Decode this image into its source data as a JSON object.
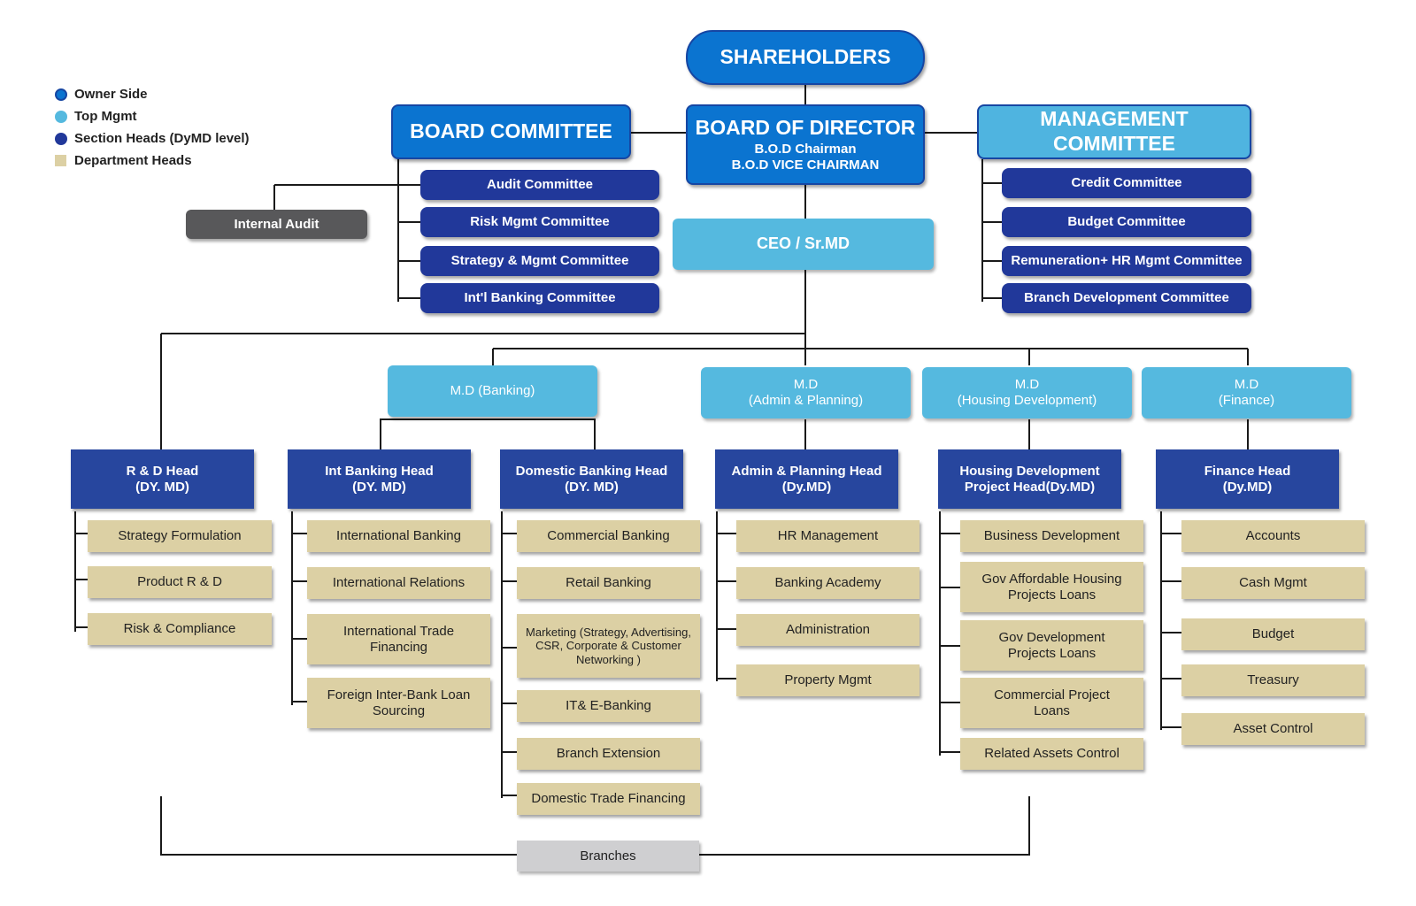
{
  "legend": [
    {
      "label": "Owner Side",
      "color": "#0b74d0"
    },
    {
      "label": "Top Mgmt",
      "color": "#55b9df"
    },
    {
      "label": "Section Heads (DyMD level)",
      "color": "#21389a"
    },
    {
      "label": "Department Heads",
      "color": "#dcd0a4"
    }
  ],
  "shareholders": "SHAREHOLDERS",
  "board_of_director": {
    "title": "BOARD OF DIRECTOR",
    "line1": "B.O.D Chairman",
    "line2": "B.O.D VICE CHAIRMAN"
  },
  "board_committee": {
    "title": "BOARD COMMITTEE",
    "items": [
      "Audit Committee",
      "Risk Mgmt Committee",
      "Strategy & Mgmt Committee",
      "Int'l Banking Committee"
    ]
  },
  "internal_audit": "Internal Audit",
  "management_committee": {
    "title": "MANAGEMENT COMMITTEE",
    "items": [
      "Credit Committee",
      "Budget Committee",
      "Remuneration+ HR Mgmt Committee",
      "Branch Development Committee"
    ]
  },
  "ceo": "CEO / Sr.MD",
  "md": {
    "banking": "M.D (Banking)",
    "admin": {
      "line1": "M.D",
      "line2": "(Admin & Planning)"
    },
    "housing": {
      "line1": "M.D",
      "line2": "(Housing Development)"
    },
    "finance": {
      "line1": "M.D",
      "line2": "(Finance)"
    }
  },
  "heads": {
    "rd": {
      "line1": "R & D Head",
      "line2": "(DY. MD)",
      "depts": [
        "Strategy Formulation",
        "Product R & D",
        "Risk & Compliance"
      ]
    },
    "intl": {
      "line1": "Int Banking Head",
      "line2": "(DY. MD)",
      "depts": [
        [
          "International Banking"
        ],
        [
          "International Relations"
        ],
        [
          "International Trade",
          "Financing"
        ],
        [
          "Foreign Inter-Bank Loan",
          "Sourcing"
        ]
      ]
    },
    "domestic": {
      "line1": "Domestic Banking Head",
      "line2": "(DY. MD)",
      "depts": [
        [
          "Commercial Banking"
        ],
        [
          "Retail Banking"
        ],
        [
          "Marketing (Strategy, Advertising,",
          "CSR, Corporate & Customer",
          "Networking )"
        ],
        [
          "IT& E-Banking"
        ],
        [
          "Branch Extension"
        ],
        [
          "Domestic Trade Financing"
        ]
      ]
    },
    "admin": {
      "line1": "Admin & Planning Head",
      "line2": "(Dy.MD)",
      "depts": [
        "HR Management",
        "Banking Academy",
        "Administration",
        "Property Mgmt"
      ]
    },
    "housing": {
      "line1": "Housing Development",
      "line2": "Project Head(Dy.MD)",
      "depts": [
        [
          "Business Development"
        ],
        [
          "Gov Affordable Housing",
          "Projects Loans"
        ],
        [
          "Gov Development",
          "Projects Loans"
        ],
        [
          "Commercial Project",
          "Loans"
        ],
        [
          "Related Assets Control"
        ]
      ]
    },
    "finance": {
      "line1": "Finance Head",
      "line2": "(Dy.MD)",
      "depts": [
        "Accounts",
        "Cash Mgmt",
        "Budget",
        "Treasury",
        "Asset Control"
      ]
    }
  },
  "branches": "Branches",
  "colors": {
    "owner": "#0b74d0",
    "top": "#55b9df",
    "section": "#21389a",
    "head": "#27469e",
    "dept": "#dcd0a4",
    "connector": "#1a1a1a"
  }
}
